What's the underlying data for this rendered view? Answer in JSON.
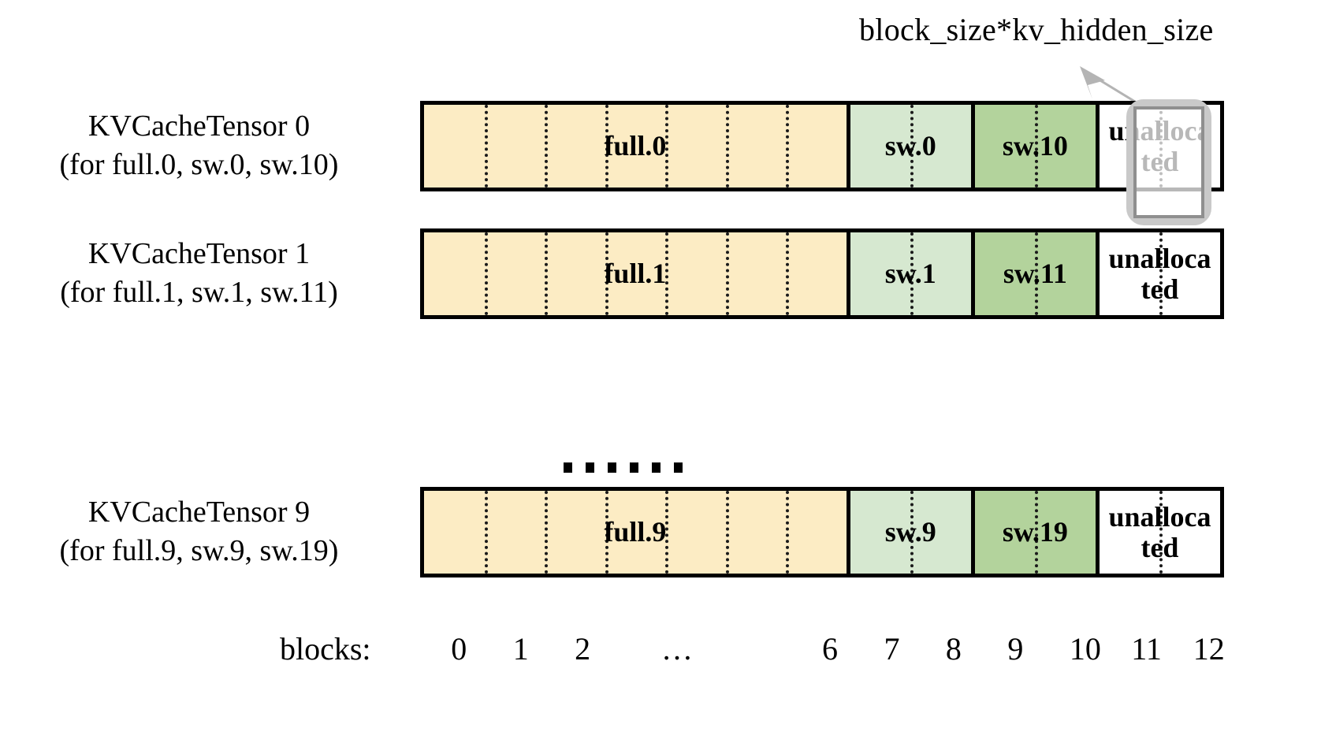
{
  "callout": {
    "text": "block_size*kv_hidden_size",
    "arrow_color": "#b4b4b4"
  },
  "colors": {
    "full_fill": "#fcecc4",
    "sw_light_fill": "#d6e8d0",
    "sw_dark_fill": "#b3d39c",
    "unallocated_fill": "#ffffff",
    "border": "#000000",
    "highlight_outer": "#c9c9c9",
    "highlight_inner": "#8f8f8f"
  },
  "rows": [
    {
      "label_main": "KVCacheTensor 0",
      "label_sub": "(for full.0, sw.0, sw.10)",
      "segments": [
        {
          "name": "full",
          "text": "full.0",
          "blocks": 7,
          "fill": "full_fill"
        },
        {
          "name": "sw-light",
          "text": "sw.0",
          "blocks": 2,
          "fill": "sw_light_fill"
        },
        {
          "name": "sw-dark",
          "text": "sw.10",
          "blocks": 2,
          "fill": "sw_dark_fill"
        },
        {
          "name": "unallocated",
          "text": "unalloca ted",
          "blocks": 2,
          "fill": "unallocated_fill"
        }
      ]
    },
    {
      "label_main": "KVCacheTensor 1",
      "label_sub": "(for full.1, sw.1, sw.11)",
      "segments": [
        {
          "name": "full",
          "text": "full.1",
          "blocks": 7,
          "fill": "full_fill"
        },
        {
          "name": "sw-light",
          "text": "sw.1",
          "blocks": 2,
          "fill": "sw_light_fill"
        },
        {
          "name": "sw-dark",
          "text": "sw.11",
          "blocks": 2,
          "fill": "sw_dark_fill"
        },
        {
          "name": "unallocated",
          "text": "unalloca ted",
          "blocks": 2,
          "fill": "unallocated_fill"
        }
      ]
    },
    {
      "label_main": "KVCacheTensor 9",
      "label_sub": "(for full.9, sw.9, sw.19)",
      "segments": [
        {
          "name": "full",
          "text": "full.9",
          "blocks": 7,
          "fill": "full_fill"
        },
        {
          "name": "sw-light",
          "text": "sw.9",
          "blocks": 2,
          "fill": "sw_light_fill"
        },
        {
          "name": "sw-dark",
          "text": "sw.19",
          "blocks": 2,
          "fill": "sw_dark_fill"
        },
        {
          "name": "unallocated",
          "text": "unalloca ted",
          "blocks": 2,
          "fill": "unallocated_fill"
        }
      ]
    }
  ],
  "row_ellipsis": "……",
  "axis": {
    "title": "blocks:",
    "ticks": [
      "0",
      "1",
      "2",
      "…",
      "6",
      "7",
      "8",
      "9",
      "10",
      "11",
      "12"
    ],
    "tick_block_index": [
      0,
      1,
      2,
      3.4,
      6,
      7,
      8,
      9,
      10,
      11,
      12
    ]
  }
}
